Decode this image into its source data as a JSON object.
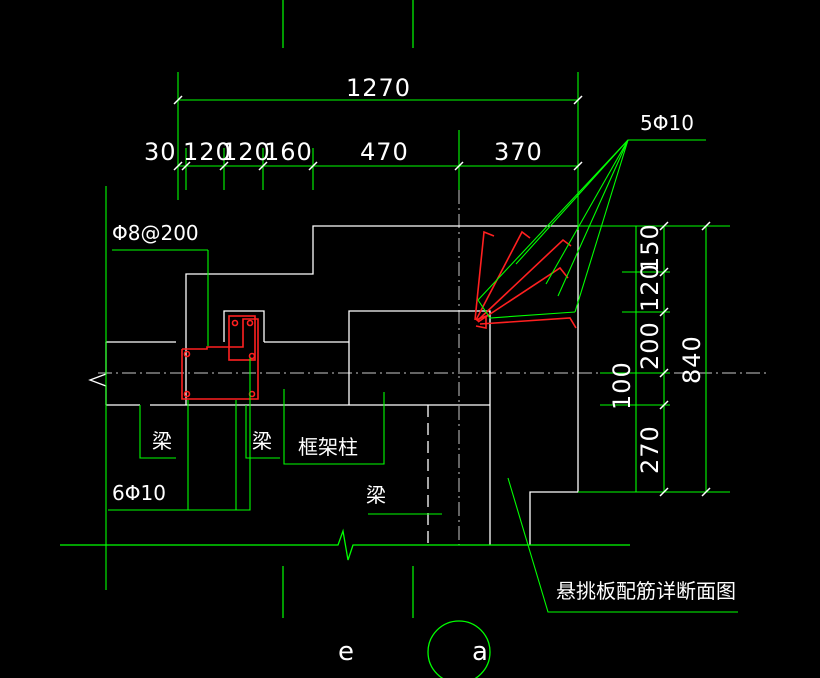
{
  "colors": {
    "background": "#000000",
    "outline": "#ffffff",
    "dimension": "#00ff00",
    "rebar": "#ff2020",
    "centerline": "#c8c8c8"
  },
  "dimensions": {
    "total_width": "1270",
    "seg_30": "30",
    "seg_120a": "120",
    "seg_120b": "120",
    "seg_160": "160",
    "seg_470": "470",
    "seg_370": "370",
    "v_150": "150",
    "v_120": "120",
    "v_200": "200",
    "v_270": "270",
    "v_100": "100",
    "total_height": "840"
  },
  "labels": {
    "top_rebar": "5Φ10",
    "stirrup": "Φ8@200",
    "bottom_rebar": "6Φ10",
    "beam_left": "梁",
    "beam_mid": "梁",
    "frame_column": "框架柱",
    "beam_bottom": "梁"
  },
  "caption": "悬挑板配筋详断面图",
  "axes": {
    "left": "e",
    "right": "a"
  }
}
